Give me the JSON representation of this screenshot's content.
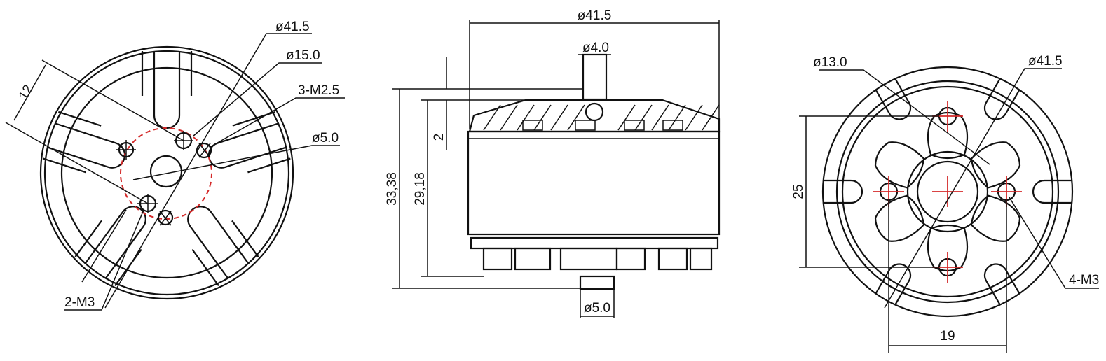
{
  "top_view": {
    "labels": {
      "outer_dia": "ø41.5",
      "bolt_circle_dia": "ø15.0",
      "holes_m25": "3-M2.5",
      "shaft_dia": "ø5.0",
      "holes_m3": "2-M3",
      "width": "12"
    }
  },
  "side_view": {
    "labels": {
      "outer_dia": "ø41.5",
      "shaft_top_dia": "ø4.0",
      "shaft_bottom_dia": "ø5.0",
      "shaft_protrusion": "2",
      "total_height": "33,38",
      "body_height": "29,18"
    }
  },
  "bottom_view": {
    "labels": {
      "hub_dia": "ø13.0",
      "outer_dia": "ø41.5",
      "holes": "4-M3",
      "vertical_spacing": "25",
      "horizontal_spacing": "19"
    }
  },
  "colors": {
    "line": "#111111",
    "centerline": "#d42a2a"
  }
}
